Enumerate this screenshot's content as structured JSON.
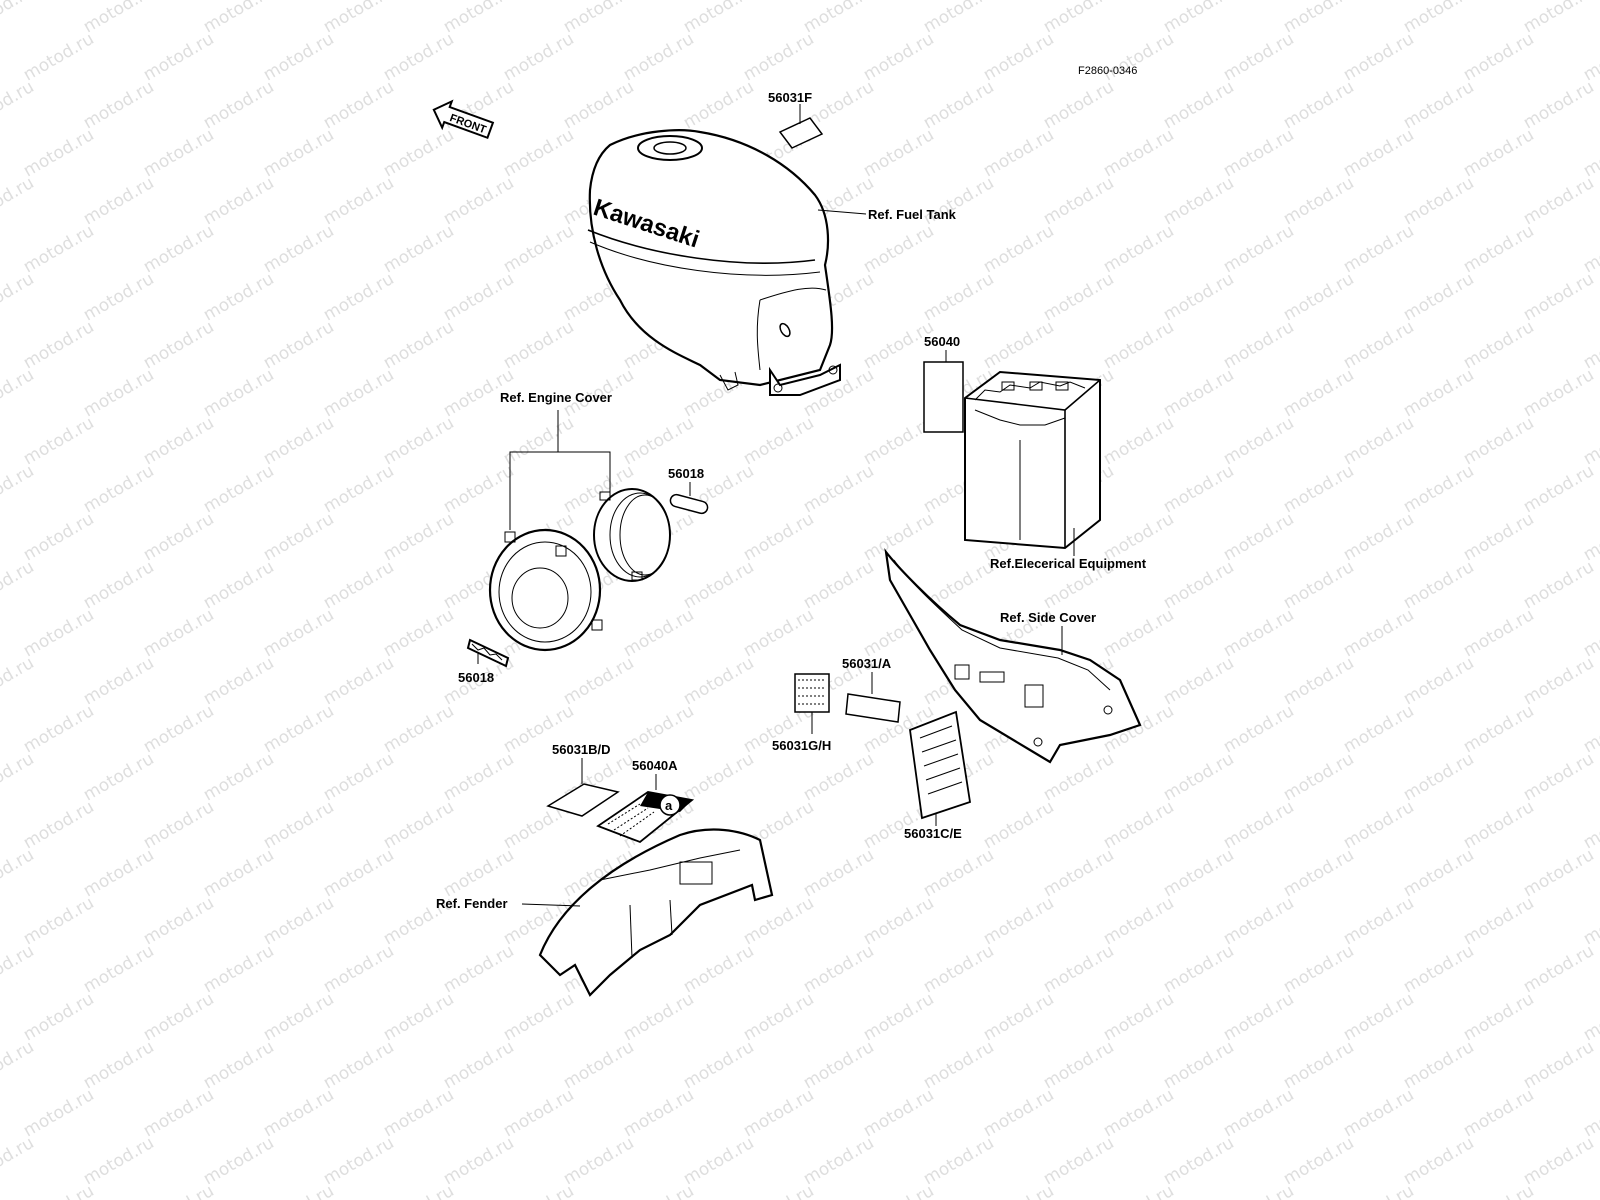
{
  "diagram": {
    "figure_code": "F2860-0346",
    "front_arrow": "FRONT",
    "tank_brand": "Kawasaki",
    "decal_letter": "a",
    "watermark_text": "motod.ru",
    "labels": {
      "fuel_tank": "Ref. Fuel Tank",
      "part_56031F": "56031F",
      "part_56040": "56040",
      "electrical": "Ref.Elecerical Equipment",
      "engine_cover": "Ref. Engine Cover",
      "part_56018_top": "56018",
      "part_56018_bottom": "56018",
      "side_cover": "Ref. Side Cover",
      "part_56031A": "56031/A",
      "part_56031GH": "56031G/H",
      "part_56031BD": "56031B/D",
      "part_56040A": "56040A",
      "part_56031CE": "56031C/E",
      "fender": "Ref. Fender"
    }
  }
}
